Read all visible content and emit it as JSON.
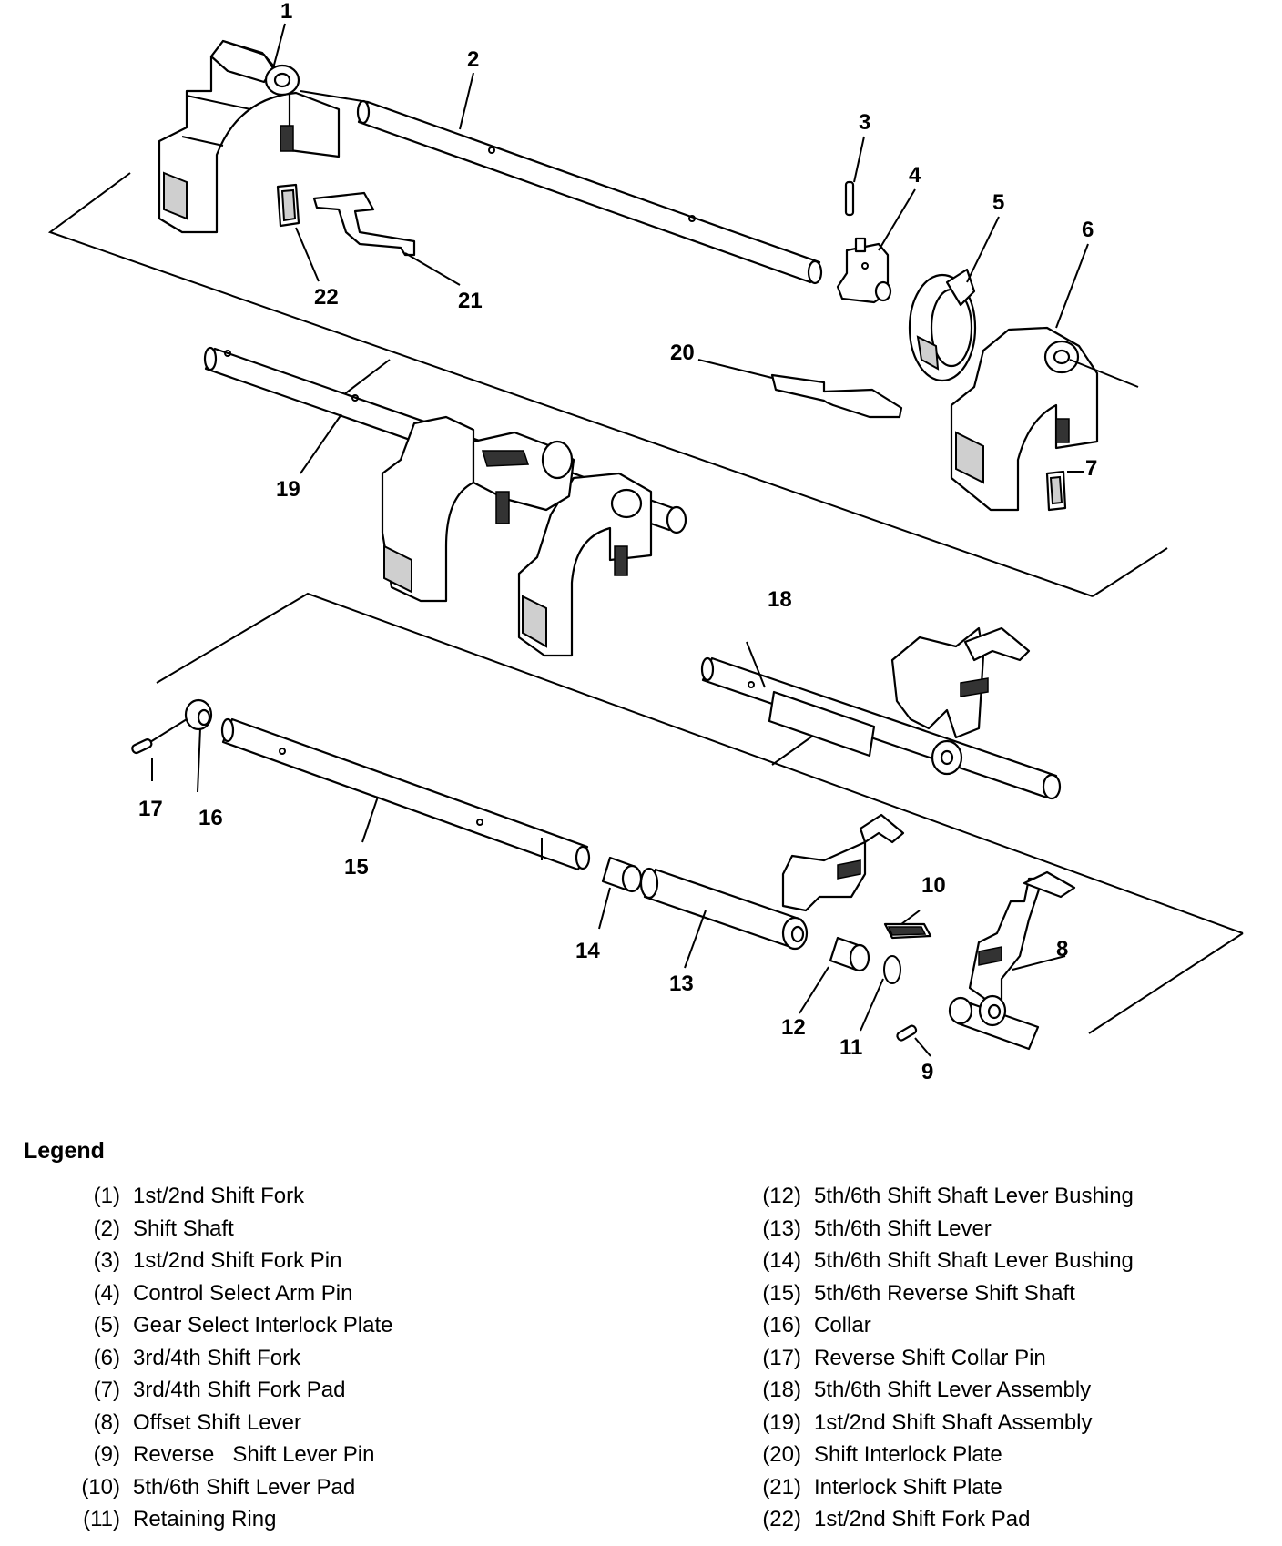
{
  "callouts": [
    "1",
    "2",
    "3",
    "4",
    "5",
    "6",
    "7",
    "8",
    "9",
    "10",
    "11",
    "12",
    "13",
    "14",
    "15",
    "16",
    "17",
    "18",
    "19",
    "20",
    "21",
    "22"
  ],
  "legend": {
    "title": "Legend",
    "left": [
      {
        "ref": "(1)",
        "desc": "1st/2nd Shift Fork"
      },
      {
        "ref": "(2)",
        "desc": "Shift Shaft"
      },
      {
        "ref": "(3)",
        "desc": "1st/2nd Shift Fork Pin"
      },
      {
        "ref": "(4)",
        "desc": "Control Select Arm Pin"
      },
      {
        "ref": "(5)",
        "desc": "Gear Select Interlock Plate"
      },
      {
        "ref": "(6)",
        "desc": "3rd/4th Shift Fork"
      },
      {
        "ref": "(7)",
        "desc": "3rd/4th Shift Fork Pad"
      },
      {
        "ref": "(8)",
        "desc": "Offset Shift Lever"
      },
      {
        "ref": "(9)",
        "desc": "Reverse   Shift Lever Pin"
      },
      {
        "ref": "(10)",
        "desc": "5th/6th Shift Lever Pad"
      },
      {
        "ref": "(11)",
        "desc": "Retaining Ring"
      }
    ],
    "right": [
      {
        "ref": "(12)",
        "desc": "5th/6th Shift Shaft Lever Bushing"
      },
      {
        "ref": "(13)",
        "desc": "5th/6th Shift Lever"
      },
      {
        "ref": "(14)",
        "desc": "5th/6th Shift Shaft Lever Bushing"
      },
      {
        "ref": "(15)",
        "desc": "5th/6th Reverse Shift Shaft"
      },
      {
        "ref": "(16)",
        "desc": "Collar"
      },
      {
        "ref": "(17)",
        "desc": "Reverse Shift Collar Pin"
      },
      {
        "ref": "(18)",
        "desc": "5th/6th Shift Lever Assembly"
      },
      {
        "ref": "(19)",
        "desc": "1st/2nd Shift Shaft Assembly"
      },
      {
        "ref": "(20)",
        "desc": "Shift Interlock Plate"
      },
      {
        "ref": "(21)",
        "desc": "Interlock Shift Plate"
      },
      {
        "ref": "(22)",
        "desc": "1st/2nd Shift Fork Pad"
      }
    ]
  }
}
